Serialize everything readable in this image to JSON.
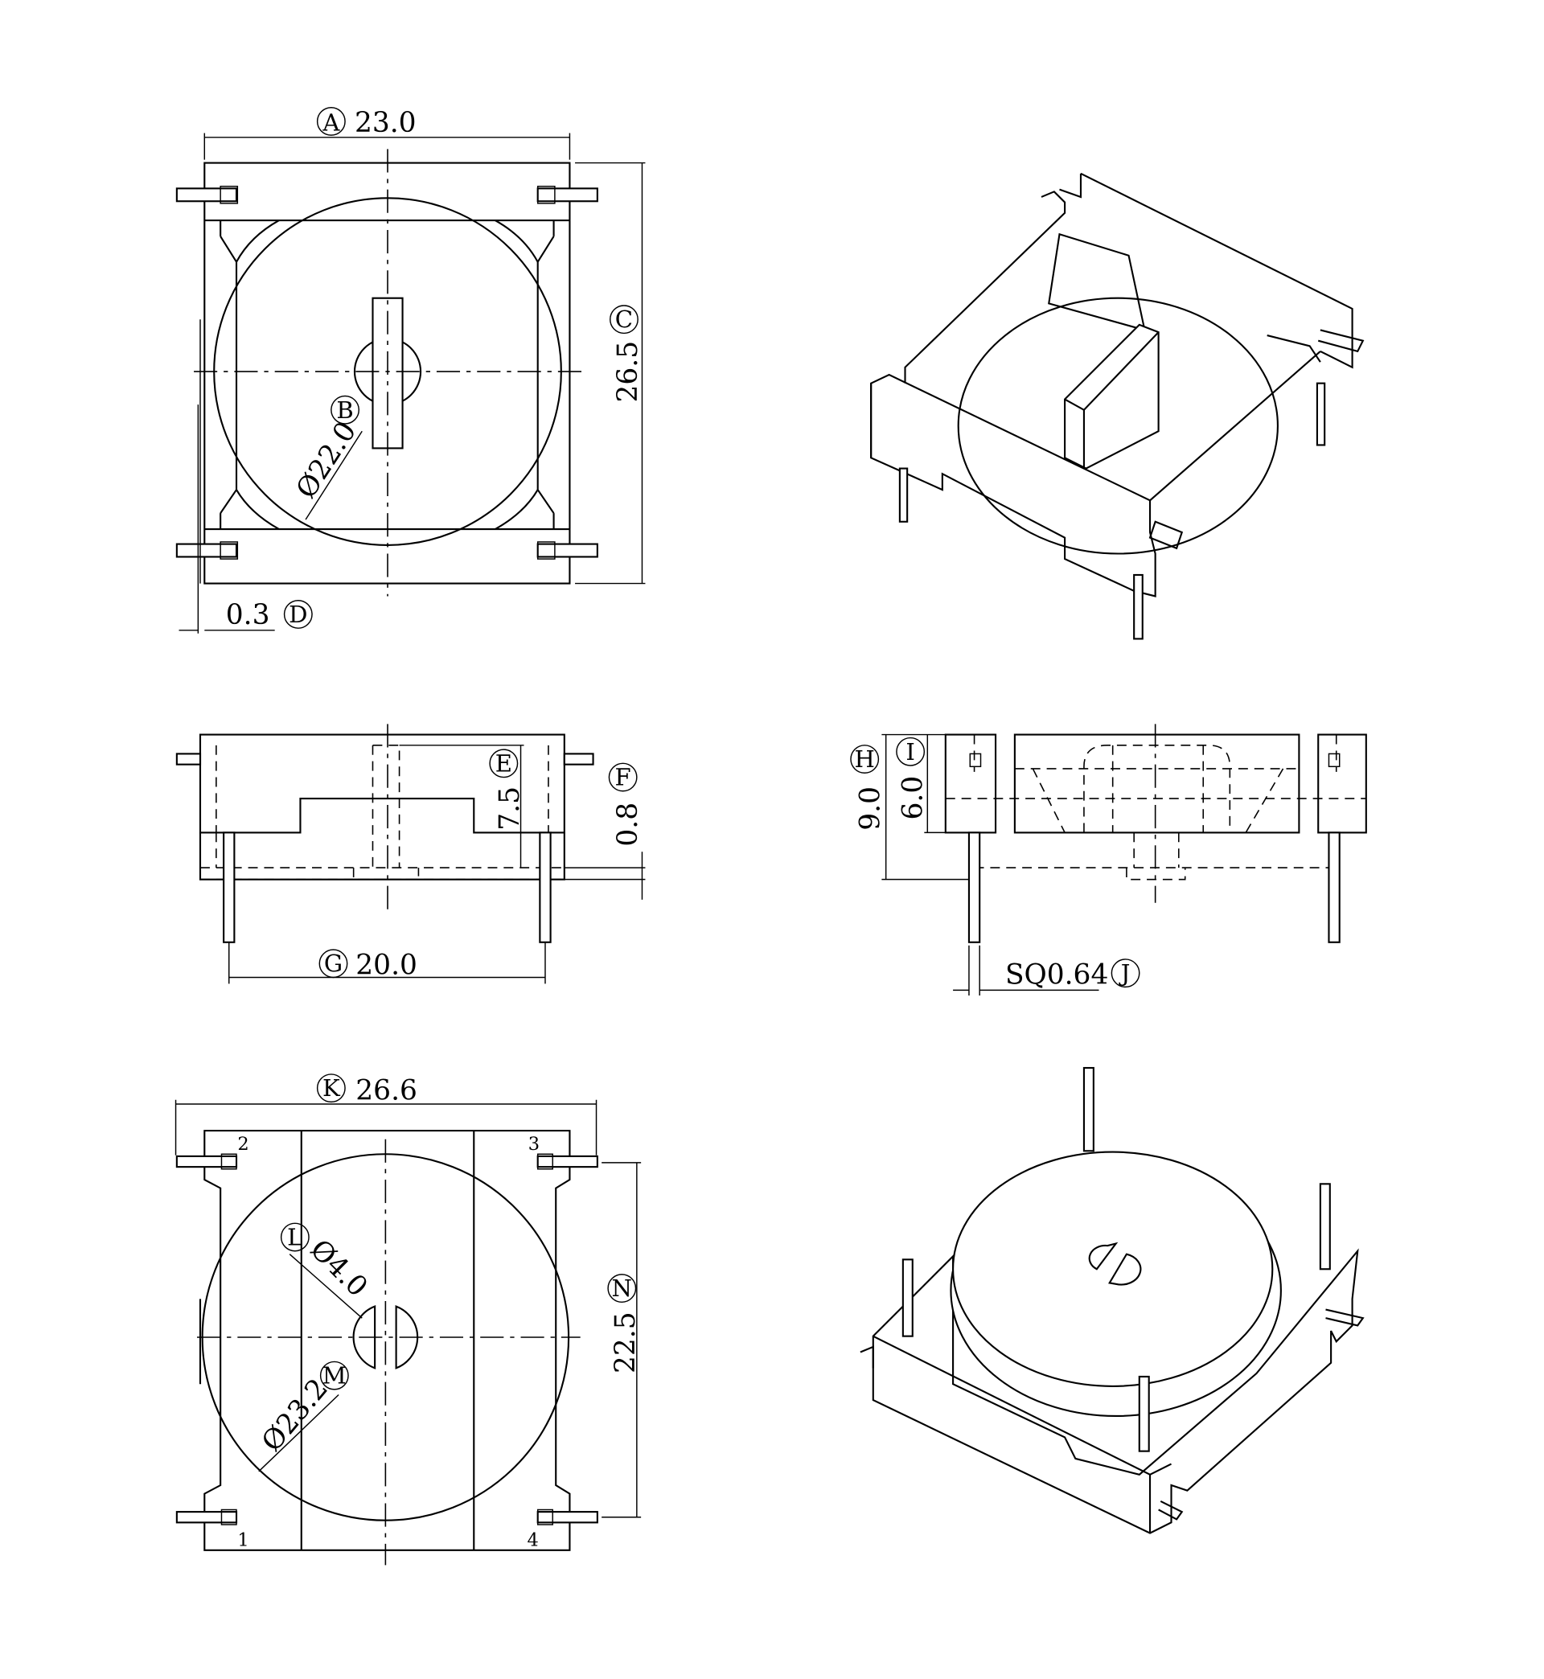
{
  "dimensions": {
    "A": {
      "label": "A",
      "value": "23.0"
    },
    "B": {
      "label": "B",
      "value": "Ø22.0"
    },
    "C": {
      "label": "C",
      "value": "26.5"
    },
    "D": {
      "label": "D",
      "value": "0.3"
    },
    "E": {
      "label": "E",
      "value": "7.5"
    },
    "F": {
      "label": "F",
      "value": "0.8"
    },
    "G": {
      "label": "G",
      "value": "20.0"
    },
    "H": {
      "label": "H",
      "value": "9.0"
    },
    "I": {
      "label": "I",
      "value": "6.0"
    },
    "J": {
      "label": "J",
      "value": "SQ0.64"
    },
    "K": {
      "label": "K",
      "value": "26.6"
    },
    "L": {
      "label": "L",
      "value": "Ø4.0"
    },
    "M": {
      "label": "M",
      "value": "Ø23.2"
    },
    "N": {
      "label": "N",
      "value": "22.5"
    }
  },
  "pins": [
    "1",
    "2",
    "3",
    "4"
  ]
}
